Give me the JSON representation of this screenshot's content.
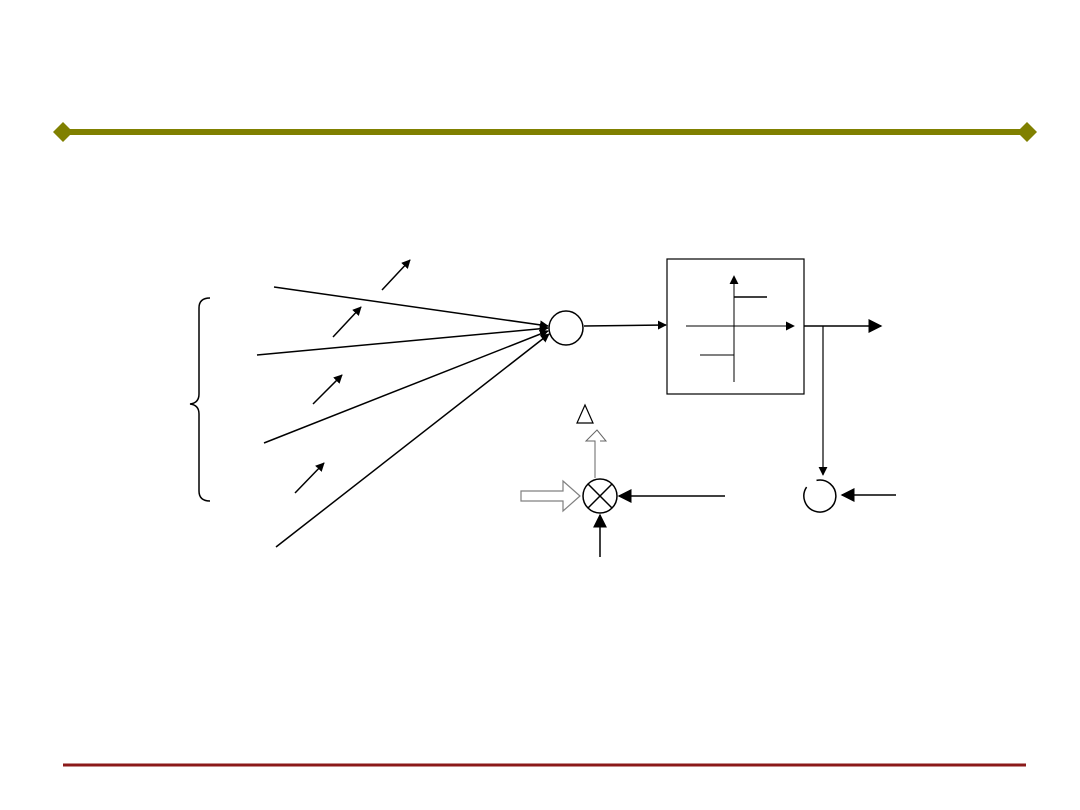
{
  "slide": {
    "title_rule_color": "#808000",
    "footer_rule_color": "#8b1a1a",
    "diagram_stroke_color": "#000000",
    "hollow_arrow_color": "#808080"
  },
  "diagram": {
    "input_count": 4,
    "weight_arrow_count": 4,
    "blocks": [
      {
        "kind": "summing-junction"
      },
      {
        "kind": "threshold-activation-box"
      },
      {
        "kind": "multiplier-junction"
      },
      {
        "kind": "output-comparator-circle"
      }
    ],
    "delta_symbol": "triangle-icon"
  }
}
